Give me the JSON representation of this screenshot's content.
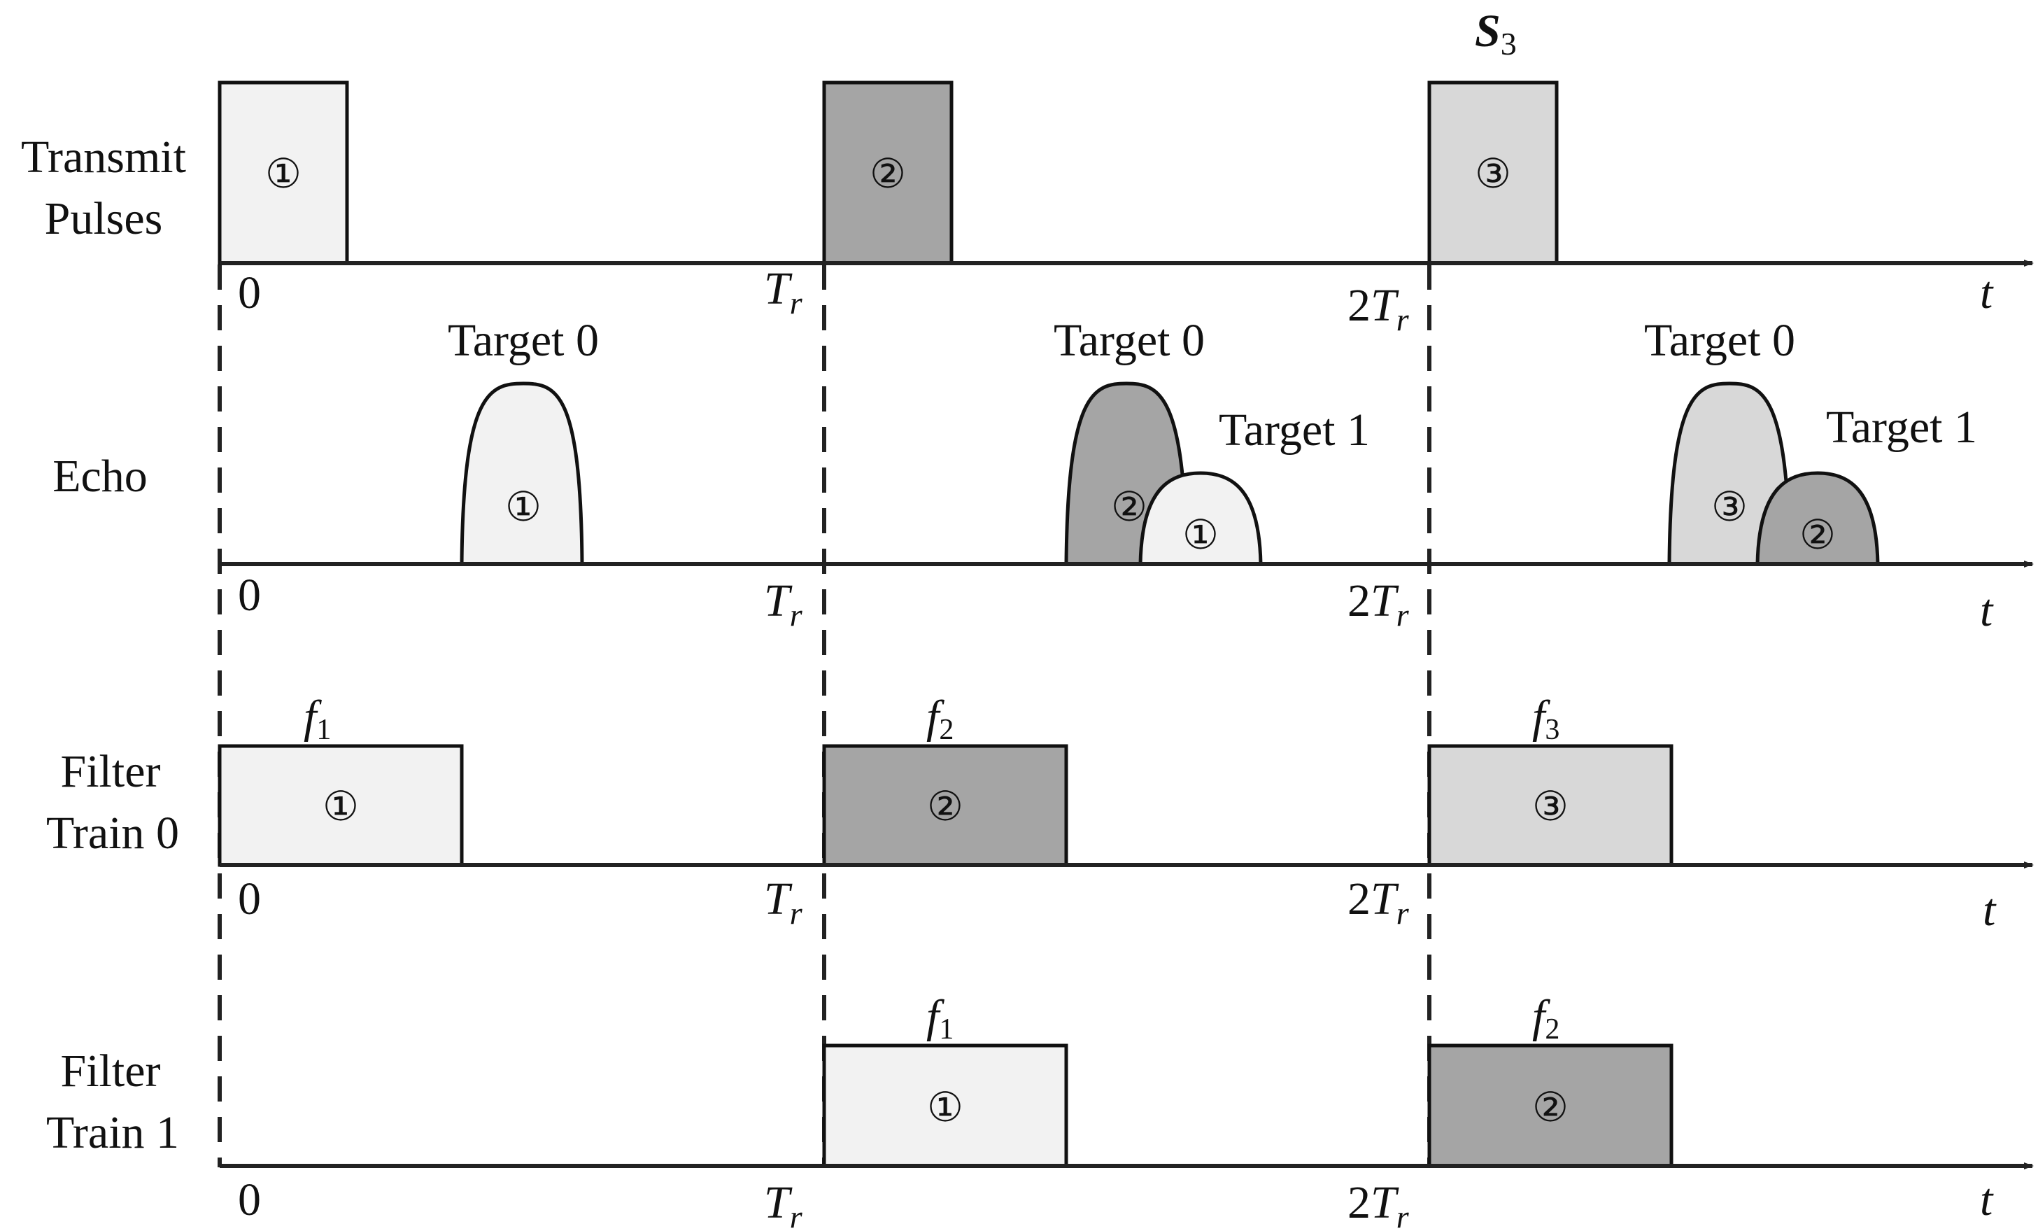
{
  "rows": [
    {
      "id": "transmit",
      "label_lines": [
        "Transmit",
        "Pulses"
      ],
      "tick_labels": [
        "0",
        "T_r",
        "2T_r"
      ],
      "time_label": "t"
    },
    {
      "id": "echo",
      "label_lines": [
        "Echo"
      ],
      "tick_labels": [
        "0",
        "T_r",
        "2T_r"
      ],
      "time_label": "t"
    },
    {
      "id": "filter0",
      "label_lines": [
        "Filter",
        "Train 0"
      ],
      "tick_labels": [
        "0",
        "T_r",
        "2T_r"
      ],
      "time_label": "t"
    },
    {
      "id": "filter1",
      "label_lines": [
        "Filter",
        "Train 1"
      ],
      "tick_labels": [
        "0",
        "T_r",
        "2T_r"
      ],
      "time_label": "t"
    }
  ],
  "pulse_top_label": {
    "main": "S",
    "sub": "3"
  },
  "transmit_pulses": [
    {
      "symbol": "①",
      "color": "#f2f2f2"
    },
    {
      "symbol": "②",
      "color": "#a5a5a5"
    },
    {
      "symbol": "③",
      "color": "#d8d8d8"
    }
  ],
  "echoes": [
    {
      "symbol": "①",
      "color": "#f2f2f2",
      "target": "Target 0"
    },
    {
      "symbol": "②",
      "color": "#a5a5a5",
      "target": "Target 0"
    },
    {
      "symbol": "①",
      "color": "#f2f2f2",
      "target": "Target 1"
    },
    {
      "symbol": "③",
      "color": "#d8d8d8",
      "target": "Target 0"
    },
    {
      "symbol": "②",
      "color": "#a5a5a5",
      "target": "Target 1"
    }
  ],
  "filter_train_0": [
    {
      "symbol": "①",
      "color": "#f2f2f2",
      "f_main": "f",
      "f_sub": "1"
    },
    {
      "symbol": "②",
      "color": "#a5a5a5",
      "f_main": "f",
      "f_sub": "2"
    },
    {
      "symbol": "③",
      "color": "#d8d8d8",
      "f_main": "f",
      "f_sub": "3"
    }
  ],
  "filter_train_1": [
    {
      "symbol": "①",
      "color": "#f2f2f2",
      "f_main": "f",
      "f_sub": "1"
    },
    {
      "symbol": "②",
      "color": "#a5a5a5",
      "f_main": "f",
      "f_sub": "2"
    }
  ],
  "colors": {
    "stroke": "#111111",
    "light": "#f2f2f2",
    "dark": "#a5a5a5",
    "mid": "#d8d8d8"
  }
}
